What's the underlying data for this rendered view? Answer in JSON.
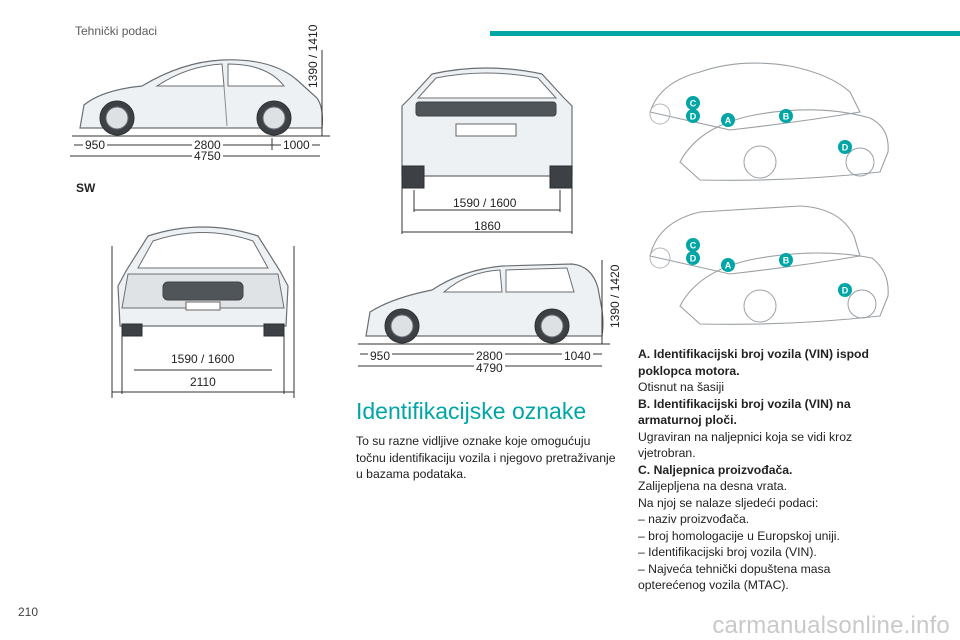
{
  "header": {
    "title": "Tehnički podaci",
    "accent_color": "#00a6a6"
  },
  "page_number": "210",
  "watermark": "carmanualsonline.info",
  "fastback_side": {
    "front_overhang": "950",
    "wheelbase": "2800",
    "rear_overhang": "1000",
    "length": "4750",
    "height": "1390 / 1410"
  },
  "sw_label": "SW",
  "sw_front": {
    "track": "1590 / 1600",
    "width_mirrors": "2110"
  },
  "rear_view": {
    "track": "1590 / 1600",
    "width": "1860"
  },
  "sw_side": {
    "front_overhang": "950",
    "wheelbase": "2800",
    "rear_overhang": "1040",
    "length": "4790",
    "height": "1390 / 1420"
  },
  "markers": {
    "a": "A",
    "b": "B",
    "c": "C",
    "d": "D",
    "marker_color": "#00a6a6"
  },
  "section": {
    "title": "Identifikacijske oznake",
    "body": "To su razne vidljive oznake koje omogućuju točnu identifikaciju vozila i njegovo pretraživanje u bazama podataka."
  },
  "identifiers": {
    "a_title": "A. Identifikacijski broj vozila (VIN) ispod poklopca motora.",
    "a_text": "Otisnut na šasiji",
    "b_title": "B. Identifikacijski broj vozila (VIN) na armaturnoj ploči.",
    "b_text": "Ugraviran na naljepnici koja se vidi kroz vjetrobran.",
    "c_title": "C. Naljepnica proizvođača.",
    "c_text1": "Zalijepljena na desna vrata.",
    "c_text2": "Na njoj se nalaze sljedeći podaci:",
    "c_item1": "–  naziv proizvođača.",
    "c_item2": "–  broj homologacije u Europskoj uniji.",
    "c_item3": "–  Identifikacijski broj vozila (VIN).",
    "c_item4": "–  Najveća tehnički dopuštena masa opterećenog vozila (MTAC)."
  }
}
